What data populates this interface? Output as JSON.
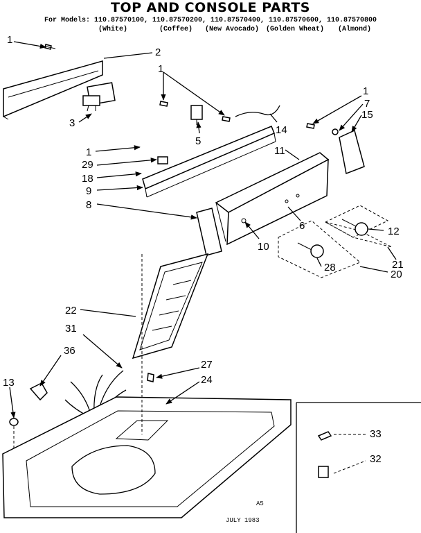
{
  "title": "TOP AND CONSOLE PARTS",
  "models": "For Models: 110.87570100, 110.87570200, 110.87570400, 110.87570600, 110.87570800",
  "colors": [
    "(White)",
    "(Coffee)",
    "(New Avocado)",
    "(Golden Wheat)",
    "(Almond)"
  ],
  "callouts": {
    "c1a": "1",
    "c2": "2",
    "c1b": "1",
    "c3": "3",
    "c5": "5",
    "c14": "14",
    "c1c": "1",
    "c7": "7",
    "c15": "15",
    "c11": "11",
    "c1d": "1",
    "c29": "29",
    "c18": "18",
    "c9": "9",
    "c8": "8",
    "c6": "6",
    "c10": "10",
    "c12": "12",
    "c28": "28",
    "c21": "21",
    "c20": "20",
    "c22": "22",
    "c31": "31",
    "c36": "36",
    "c27": "27",
    "c24": "24",
    "c13": "13",
    "c33": "33",
    "c32": "32"
  },
  "footer": {
    "code": "A5",
    "date": "JULY 1983"
  }
}
